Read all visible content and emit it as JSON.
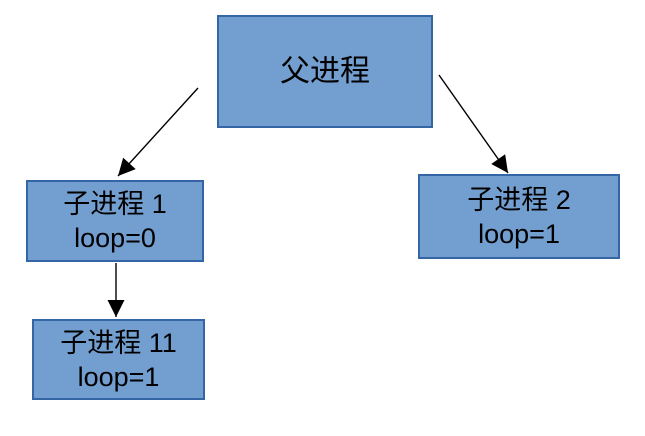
{
  "diagram": {
    "nodes": {
      "parent": {
        "label": "父进程"
      },
      "child1": {
        "label": "子进程 1",
        "sub": "loop=0"
      },
      "child2": {
        "label": "子进程 2",
        "sub": "loop=1"
      },
      "child11": {
        "label": "子进程 11",
        "sub": "loop=1"
      }
    },
    "edges": [
      {
        "from": "parent",
        "to": "child1"
      },
      {
        "from": "parent",
        "to": "child2"
      },
      {
        "from": "child1",
        "to": "child11"
      }
    ],
    "colors": {
      "node_fill": "#729fcf",
      "node_border": "#3465a4",
      "arrow": "#000000",
      "background": "#ffffff",
      "text": "#000000"
    }
  }
}
